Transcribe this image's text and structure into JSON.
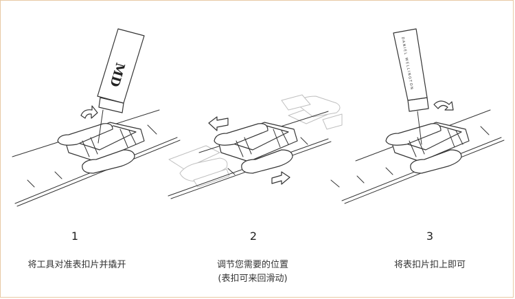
{
  "steps": [
    {
      "number": "1",
      "caption": "将工具对准表扣片并撬开"
    },
    {
      "number": "2",
      "caption_line1": "调节您需要的位置",
      "caption_line2": "(表扣可来回滑动)"
    },
    {
      "number": "3",
      "caption": "将表扣片扣上即可"
    }
  ],
  "tool_labels": {
    "step1_tool": "MD",
    "step3_tool": "DANIEL WELLINGTON"
  },
  "colors": {
    "frame": "#e8c9a4",
    "line": "#333333",
    "ghost": "#bfbfbf"
  }
}
